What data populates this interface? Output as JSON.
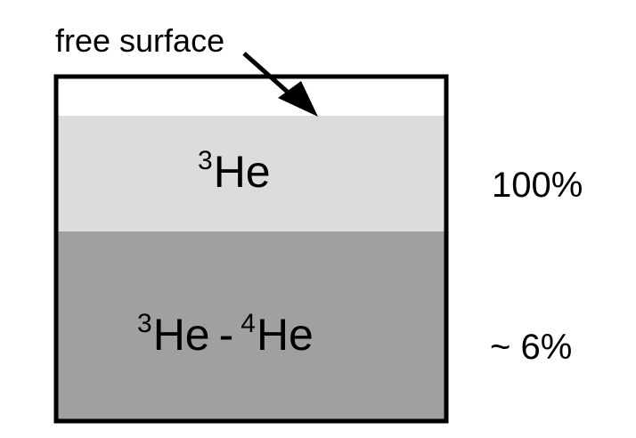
{
  "labels": {
    "free_surface": "free surface",
    "upper_phase": {
      "superscript": "3",
      "element": "He"
    },
    "lower_phase": {
      "first_superscript": "3",
      "first_element": "He",
      "separator": "-",
      "second_superscript": "4",
      "second_element": "He"
    },
    "upper_concentration": "100%",
    "lower_concentration": "~ 6%"
  },
  "colors": {
    "upper_phase_fill": "#dcdcdc",
    "lower_phase_fill": "#a0a0a0",
    "outline": "#000000",
    "background": "#ffffff"
  },
  "icons": {
    "pointer": "arrow-pointing-down-right"
  }
}
